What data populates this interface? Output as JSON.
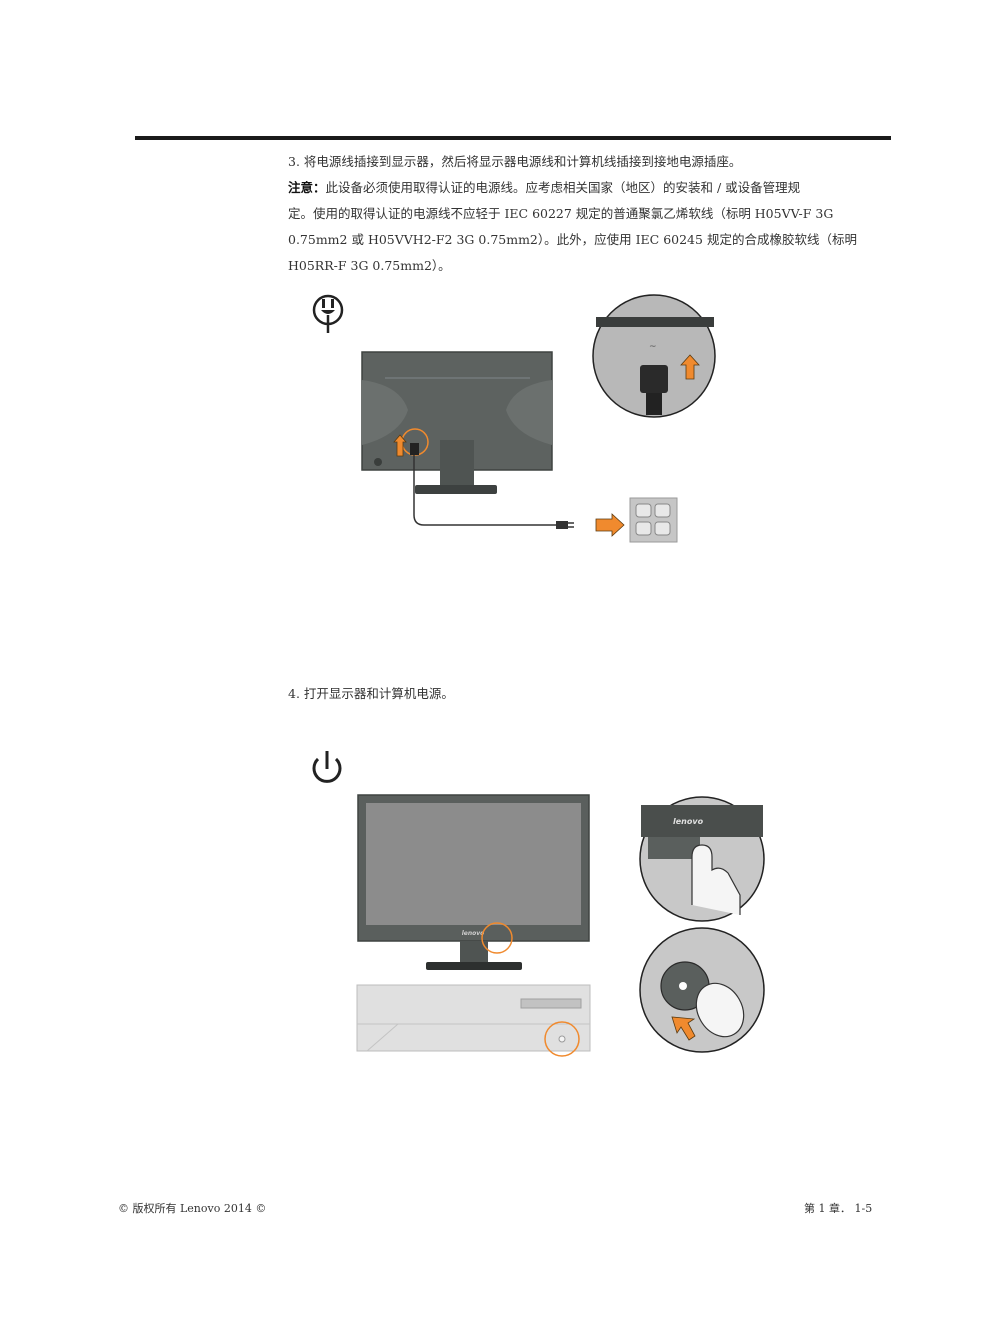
{
  "step3": {
    "line1": "3. 将电源线插接到显示器，然后将显示器电源线和计算机线插接到接地电源插座。",
    "note_label": "注意：",
    "note_line1": "此设备必须使用取得认证的电源线。应考虑相关国家（地区）的安装和 / 或设备管理规",
    "note_line2": "定。使用的取得认证的电源线不应轻于 IEC 60227 规定的普通聚氯乙烯软线（标明 H05VV-F 3G",
    "note_line3": "0.75mm2 或 H05VVH2-F2 3G 0.75mm2）。此外，应使用 IEC 60245 规定的合成橡胶软线（标明",
    "note_line4": "H05RR-F 3G 0.75mm2）。"
  },
  "step4": {
    "text": "4. 打开显示器和计算机电源。"
  },
  "illustrations": {
    "brand_logo": "lenovo",
    "ac_symbol": "~",
    "icons": [
      "power-plug-icon",
      "power-symbol-icon",
      "up-arrow-icon",
      "right-arrow-icon"
    ],
    "colors": {
      "accent_orange": "#f08a2e",
      "monitor_gray": "#5a5f5d",
      "rule": "#1a1a1a"
    }
  },
  "footer": {
    "left": "© 版权所有 Lenovo 2014 ©",
    "right": "第 1 章． 1-5"
  }
}
